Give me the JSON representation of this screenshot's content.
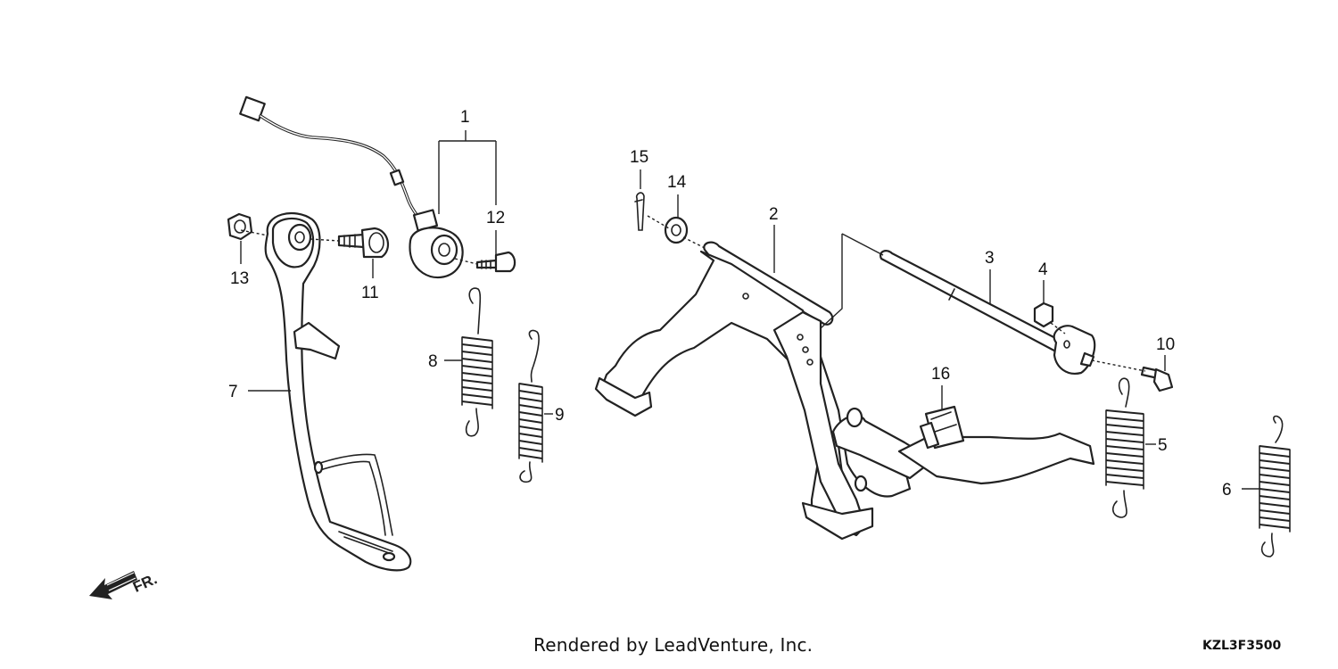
{
  "callouts": {
    "c1": "1",
    "c2": "2",
    "c3": "3",
    "c4": "4",
    "c5": "5",
    "c6": "6",
    "c7": "7",
    "c8": "8",
    "c9": "9",
    "c10": "10",
    "c11": "11",
    "c12": "12",
    "c13": "13",
    "c14": "14",
    "c15": "15",
    "c16": "16"
  },
  "direction_label": "FR.",
  "footer": {
    "credit": "Rendered by LeadVenture, Inc.",
    "diagram_code": "KZL3F3500"
  },
  "icons": [
    "front-direction-arrow-icon"
  ]
}
